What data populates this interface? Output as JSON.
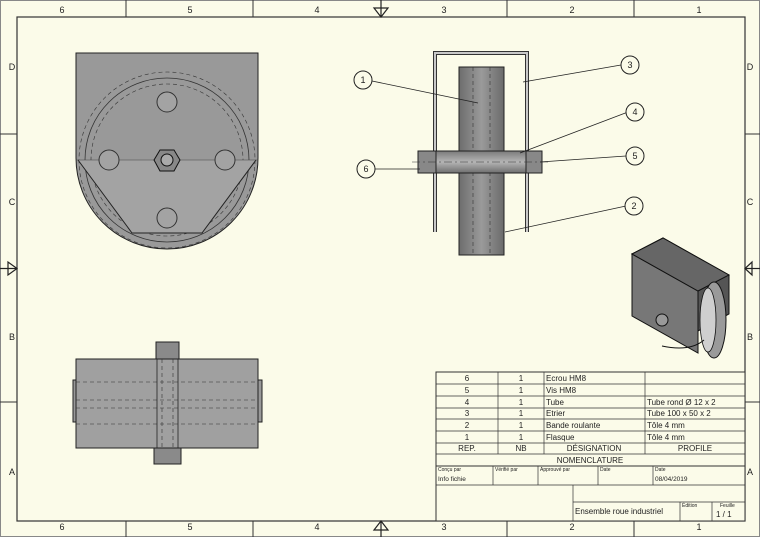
{
  "frame": {
    "col_numbers": [
      "6",
      "5",
      "4",
      "3",
      "2",
      "1"
    ],
    "row_letters": [
      "D",
      "C",
      "B",
      "A"
    ]
  },
  "balloons": [
    "1",
    "2",
    "3",
    "4",
    "5",
    "6"
  ],
  "bom": {
    "rows": [
      {
        "rep": "6",
        "nb": "1",
        "designation": "Ecrou HM8",
        "profile": ""
      },
      {
        "rep": "5",
        "nb": "1",
        "designation": "Vis HM8",
        "profile": ""
      },
      {
        "rep": "4",
        "nb": "1",
        "designation": "Tube",
        "profile": "Tube rond Ø 12 x 2"
      },
      {
        "rep": "3",
        "nb": "1",
        "designation": "Etrier",
        "profile": "Tube 100 x 50 x 2"
      },
      {
        "rep": "2",
        "nb": "1",
        "designation": "Bande roulante",
        "profile": "Tôle 4 mm"
      },
      {
        "rep": "1",
        "nb": "1",
        "designation": "Flasque",
        "profile": "Tôle 4 mm"
      }
    ],
    "headers": {
      "rep": "REP.",
      "nb": "NB",
      "designation": "DÉSIGNATION",
      "profile": "PROFILE"
    },
    "title": "NOMENCLATURE"
  },
  "title_block": {
    "drawn_label": "Conçu par",
    "drawn_value": "Info fichie",
    "checked_label": "Vérifié par",
    "approved_label": "Approuvé par",
    "date_label": "Date",
    "date_label2": "Date",
    "date_value": "08/04/2019",
    "drawing_title": "Ensemble roue industriel",
    "edition_label": "Édition",
    "sheet_label": "Feuille",
    "sheet_value": "1 / 1"
  }
}
